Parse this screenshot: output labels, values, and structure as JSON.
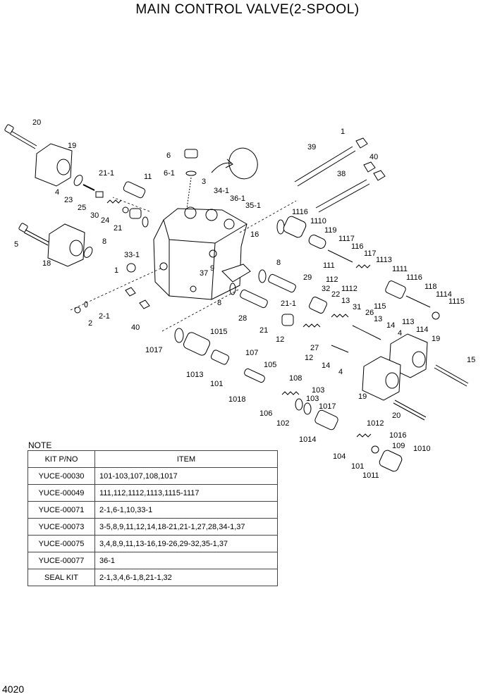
{
  "title": "MAIN CONTROL VALVE(2-SPOOL)",
  "page_number": "4020",
  "note": {
    "label": "NOTE",
    "headers": [
      "KIT P/NO",
      "ITEM"
    ],
    "rows": [
      {
        "kit": "YUCE-00030",
        "item": "101-103,107,108,1017"
      },
      {
        "kit": "YUCE-00049",
        "item": "111,112,1112,1113,1115-1117"
      },
      {
        "kit": "YUCE-00071",
        "item": "2-1,6-1,10,33-1"
      },
      {
        "kit": "YUCE-00073",
        "item": "3-5,8,9,11,12,14,18-21,21-1,27,28,34-1,37"
      },
      {
        "kit": "YUCE-00075",
        "item": "3,4,8,9,11,13-16,19-26,29-32,35-1,37"
      },
      {
        "kit": "YUCE-00077",
        "item": "36-1"
      },
      {
        "kit": "SEAL KIT",
        "item": "2-1,3,4,6-1,8,21-1,32"
      }
    ]
  },
  "callouts": [
    "20",
    "19",
    "4",
    "23",
    "25",
    "21-1",
    "11",
    "30",
    "24",
    "21",
    "6",
    "6-1",
    "3",
    "34-1",
    "36-1",
    "35-1",
    "5",
    "18",
    "8",
    "33-1",
    "1",
    "16",
    "37",
    "9",
    "8",
    "40",
    "2",
    "2-1",
    "1",
    "39",
    "40",
    "38",
    "1116",
    "1110",
    "119",
    "1117",
    "116",
    "117",
    "111",
    "1113",
    "8",
    "29",
    "112",
    "32",
    "1112",
    "22",
    "1111",
    "1116",
    "118",
    "1114",
    "21-1",
    "13",
    "31",
    "115",
    "1115",
    "28",
    "26",
    "113",
    "114",
    "21",
    "13",
    "14",
    "4",
    "12",
    "27",
    "12",
    "14",
    "4",
    "1015",
    "1017",
    "107",
    "19",
    "15",
    "105",
    "1013",
    "101",
    "108",
    "1018",
    "103",
    "106",
    "103",
    "1017",
    "19",
    "102",
    "20",
    "1014",
    "1012",
    "1016",
    "104",
    "109",
    "1010",
    "101",
    "1011"
  ]
}
